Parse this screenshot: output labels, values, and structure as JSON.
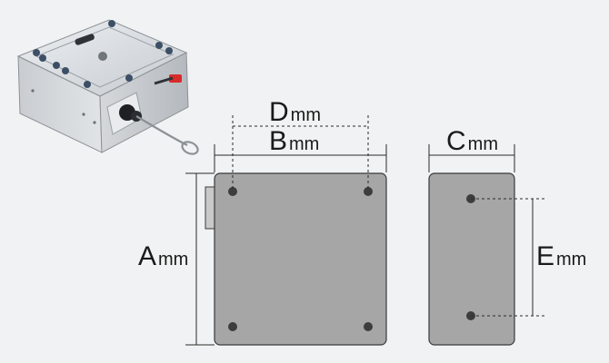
{
  "dimensions": {
    "A": {
      "letter": "A",
      "unit": "mm"
    },
    "B": {
      "letter": "B",
      "unit": "mm"
    },
    "C": {
      "letter": "C",
      "unit": "mm"
    },
    "D": {
      "letter": "D",
      "unit": "mm"
    },
    "E": {
      "letter": "E",
      "unit": "mm"
    }
  },
  "colors": {
    "background": "#f1f2f3",
    "panel_fill": "#a6a6a6",
    "panel_stroke": "#3a3a3a",
    "dimension_line": "#2a2a2a",
    "hole_fill": "#3d3d3d",
    "latch_red": "#d72b2b"
  },
  "icons": {
    "product_photo": "wire-rope-reel-box-icon"
  }
}
